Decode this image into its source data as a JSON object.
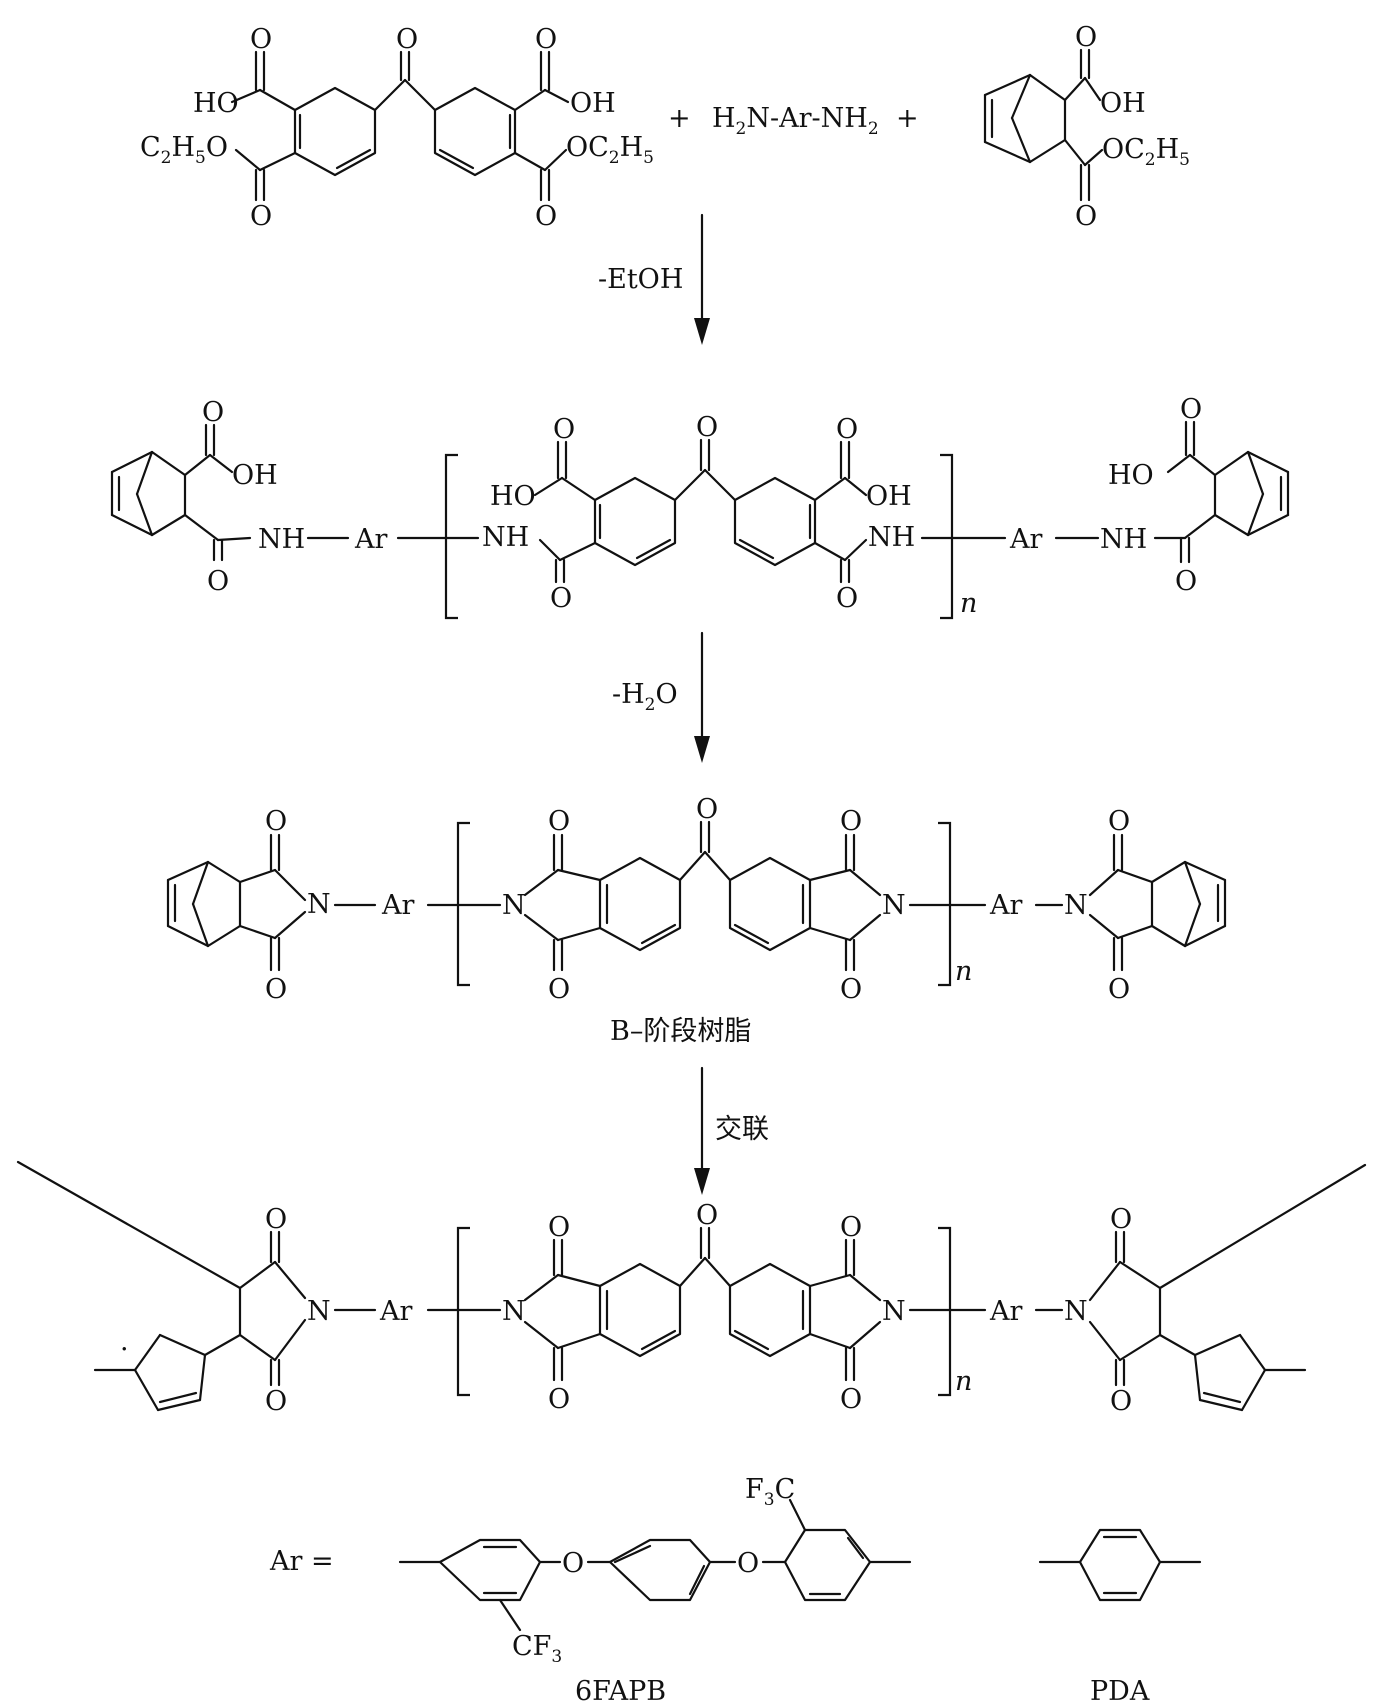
{
  "stage1": {
    "btda_diester": {
      "left_acid": "HO",
      "left_ester_prefix": "C",
      "left_ester_sub1": "2",
      "left_ester_mid": "H",
      "left_ester_sub2": "5",
      "left_ester_suffix": "O",
      "right_acid": "OH",
      "right_ester_prefix": "OC",
      "right_ester_sub1": "2",
      "right_ester_mid": "H",
      "right_ester_sub2": "5",
      "oxygen": "O"
    },
    "plus1": "+",
    "diamine_a": "H",
    "diamine_sub1": "2",
    "diamine_b": "N-Ar-NH",
    "diamine_sub2": "2",
    "plus2": "+",
    "nadic": {
      "acid": "OH",
      "ester_prefix": "OC",
      "ester_sub1": "2",
      "ester_mid": "H",
      "ester_sub2": "5",
      "oxygen": "O"
    }
  },
  "arrow1": {
    "label": "-EtOH"
  },
  "stage2": {
    "ho": "HO",
    "oh": "OH",
    "nh": "NH",
    "ar": "Ar",
    "oxygen": "O",
    "repeat": "n"
  },
  "arrow2": {
    "label_a": "-H",
    "label_sub": "2",
    "label_b": "O"
  },
  "stage3": {
    "n": "N",
    "ar": "Ar",
    "oxygen": "O",
    "repeat": "n",
    "caption": "B–阶段树脂"
  },
  "arrow3": {
    "label": "交联"
  },
  "stage4": {
    "n": "N",
    "ar": "Ar",
    "oxygen": "O",
    "repeat": "n",
    "radical": "·"
  },
  "legend": {
    "ar_eq": "Ar =",
    "o": "O",
    "f3c_a": "F",
    "f3c_sub": "3",
    "f3c_b": "C",
    "cf3_a": "CF",
    "cf3_sub": "3",
    "name_6fapb": "6FAPB",
    "name_pda": "PDA"
  }
}
